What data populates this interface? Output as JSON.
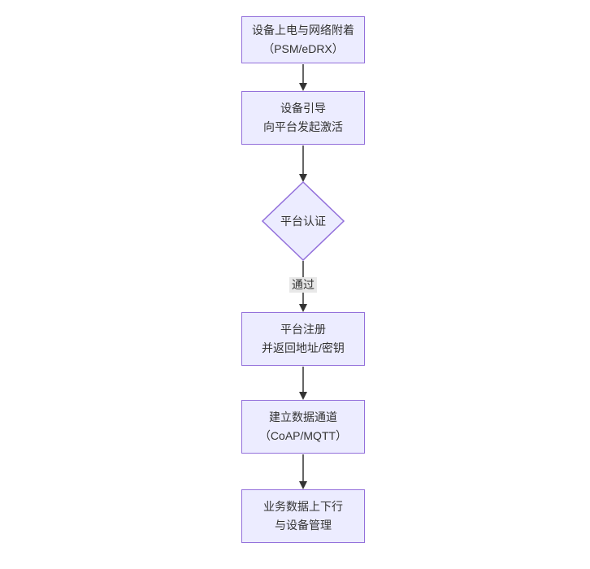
{
  "colors": {
    "node_fill": "#ECECFF",
    "node_border": "#9370DB",
    "text_color": "#333333",
    "line_color": "#333333",
    "label_bg": "#e8e8e8",
    "canvas_bg": "#ffffff"
  },
  "nodes": [
    {
      "id": "power-attach",
      "shape": "rect",
      "lines": [
        "设备上电与网络附着",
        "（PSM/eDRX）"
      ]
    },
    {
      "id": "bootstrap",
      "shape": "rect",
      "lines": [
        "设备引导",
        "向平台发起激活"
      ]
    },
    {
      "id": "platform-auth",
      "shape": "diamond",
      "lines": [
        "平台认证"
      ]
    },
    {
      "id": "register",
      "shape": "rect",
      "lines": [
        "平台注册",
        "并返回地址/密钥"
      ]
    },
    {
      "id": "data-channel",
      "shape": "rect",
      "lines": [
        "建立数据通道",
        "（CoAP/MQTT）"
      ]
    },
    {
      "id": "business",
      "shape": "rect",
      "lines": [
        "业务数据上下行",
        "与设备管理"
      ]
    }
  ],
  "edge_label": "通过"
}
